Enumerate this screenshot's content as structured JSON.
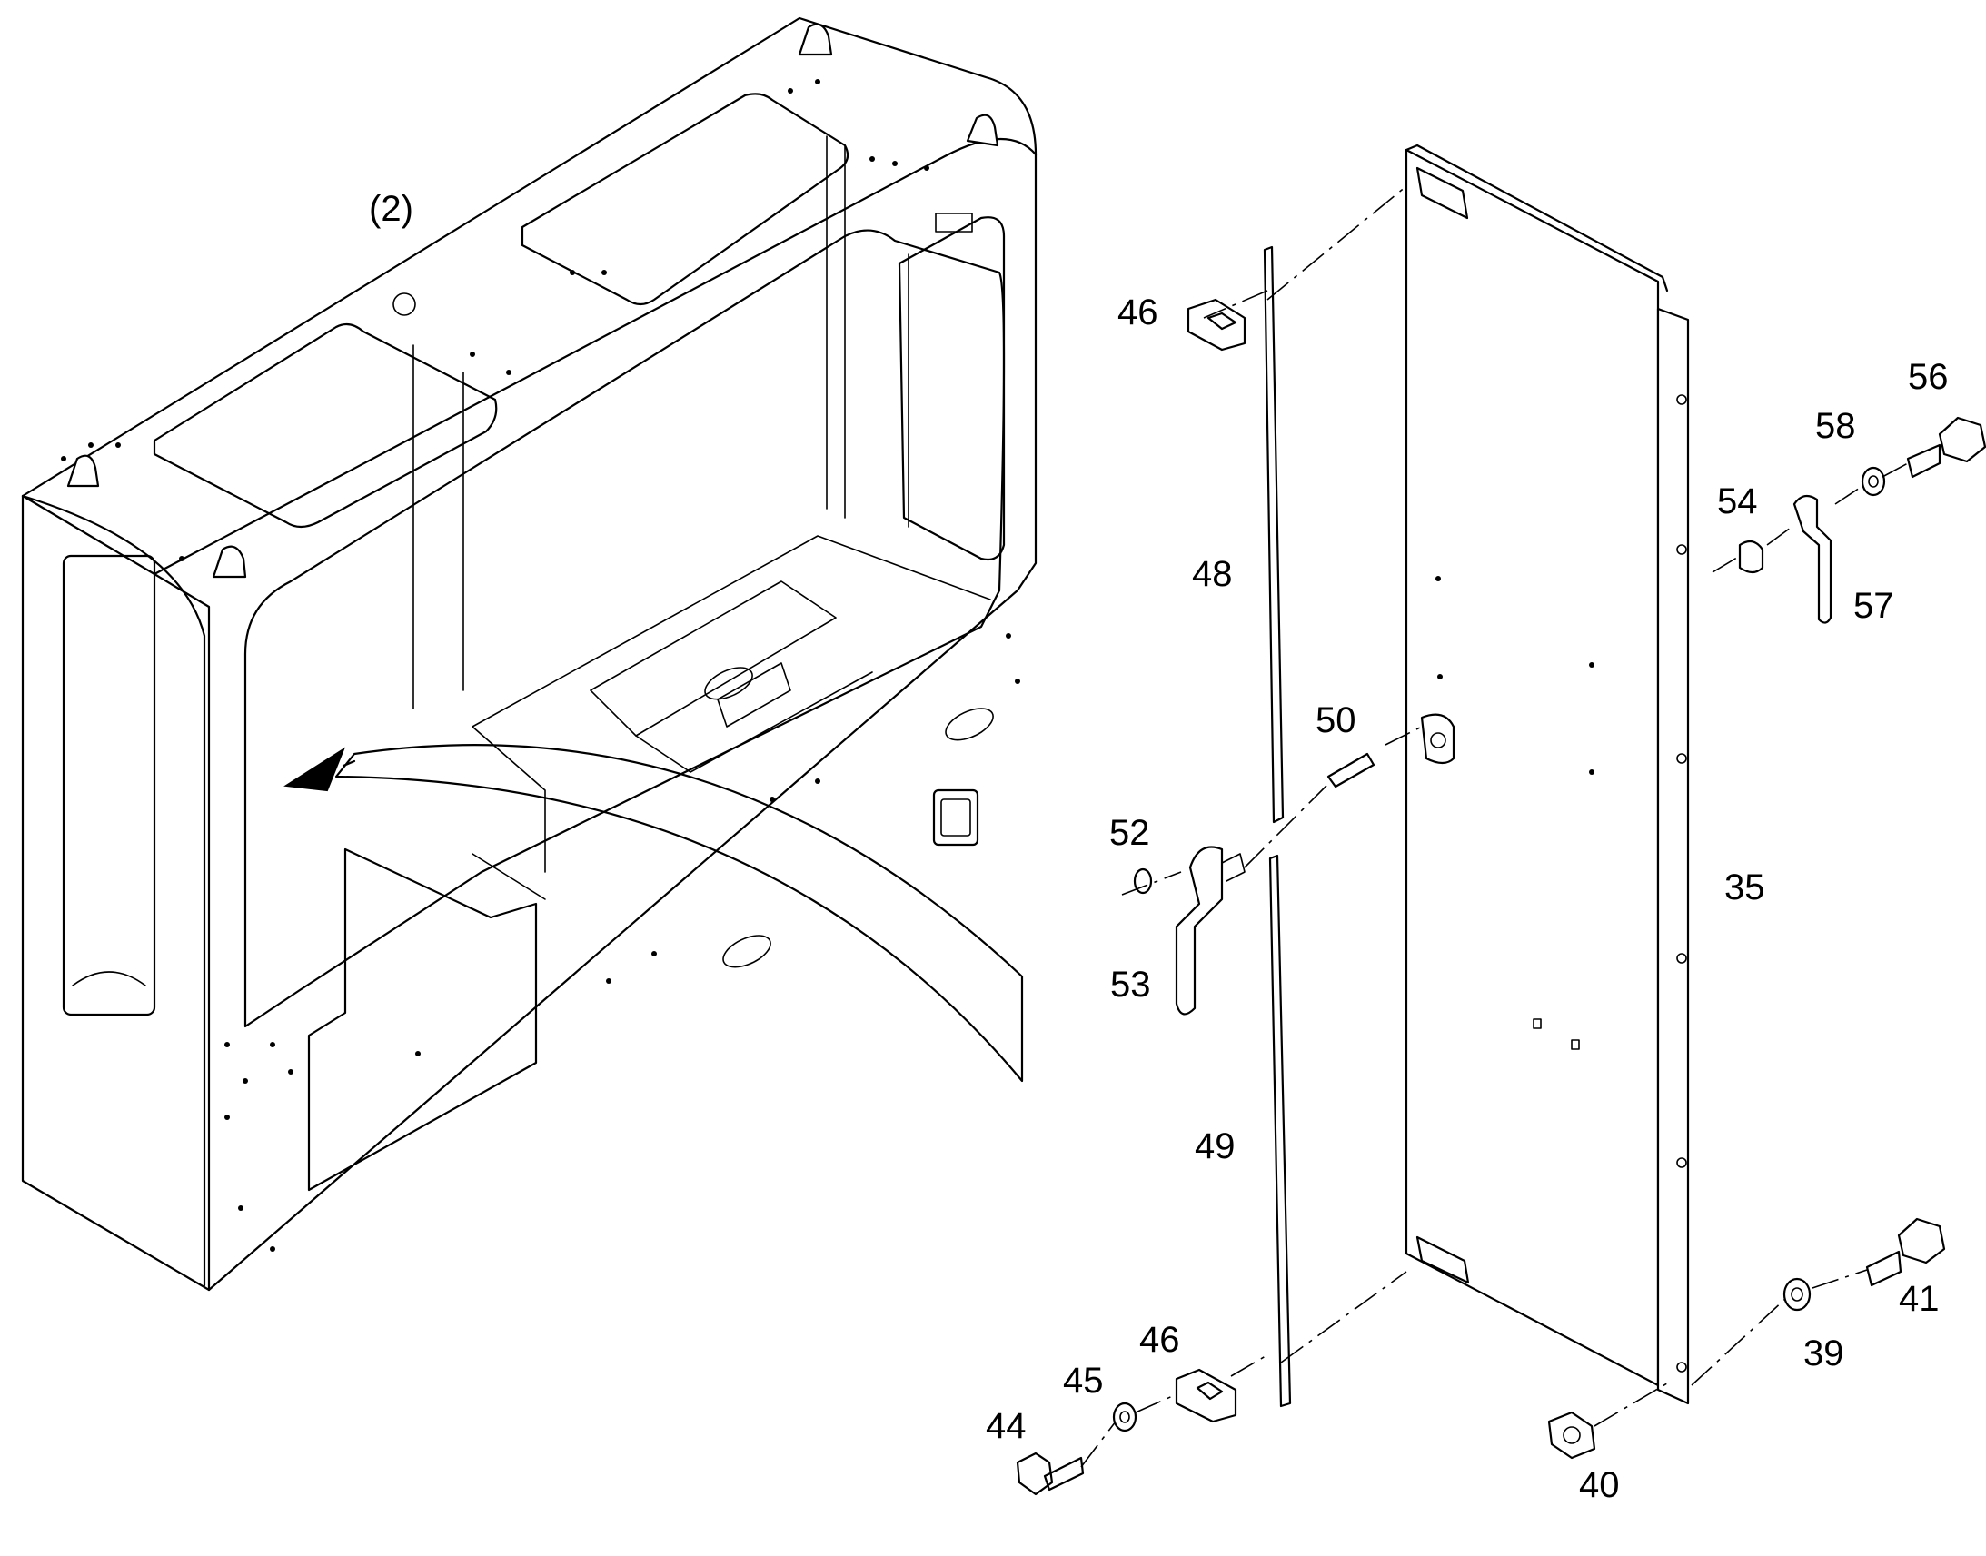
{
  "assembly_label": "(2)",
  "callouts": {
    "c35": "35",
    "c39": "39",
    "c40": "40",
    "c41": "41",
    "c44": "44",
    "c45": "45",
    "c46a": "46",
    "c46b": "46",
    "c48": "48",
    "c49": "49",
    "c50": "50",
    "c52": "52",
    "c53": "53",
    "c54": "54",
    "c56": "56",
    "c57": "57",
    "c58": "58"
  }
}
